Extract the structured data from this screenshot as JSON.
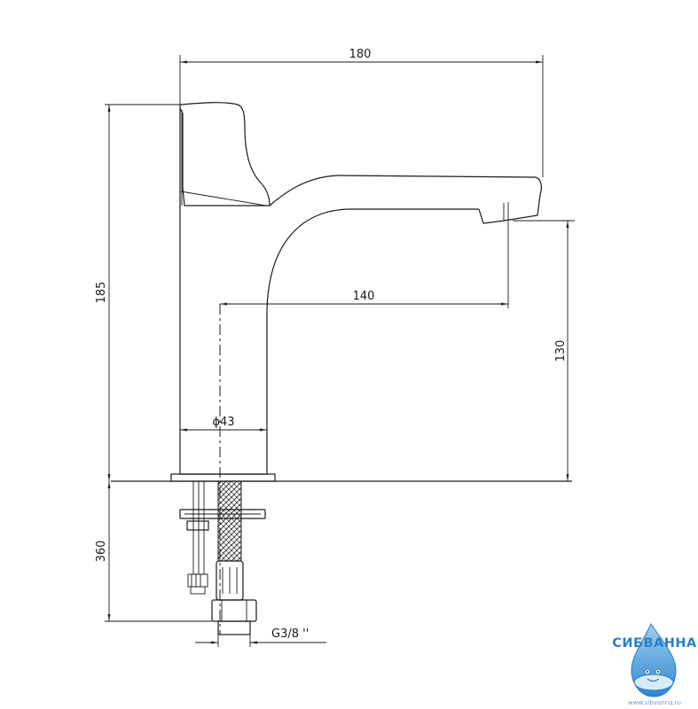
{
  "dimensions": {
    "overall_width": "180",
    "overall_height": "185",
    "spout_reach": "140",
    "spout_height": "130",
    "body_diameter": "ϕ43",
    "hose_length": "360",
    "thread": "G3/8 ''"
  },
  "logo": {
    "brand": "СИБВАННА",
    "url": "www.sibvanna.ru",
    "brand_color": "#2a7fc9"
  }
}
